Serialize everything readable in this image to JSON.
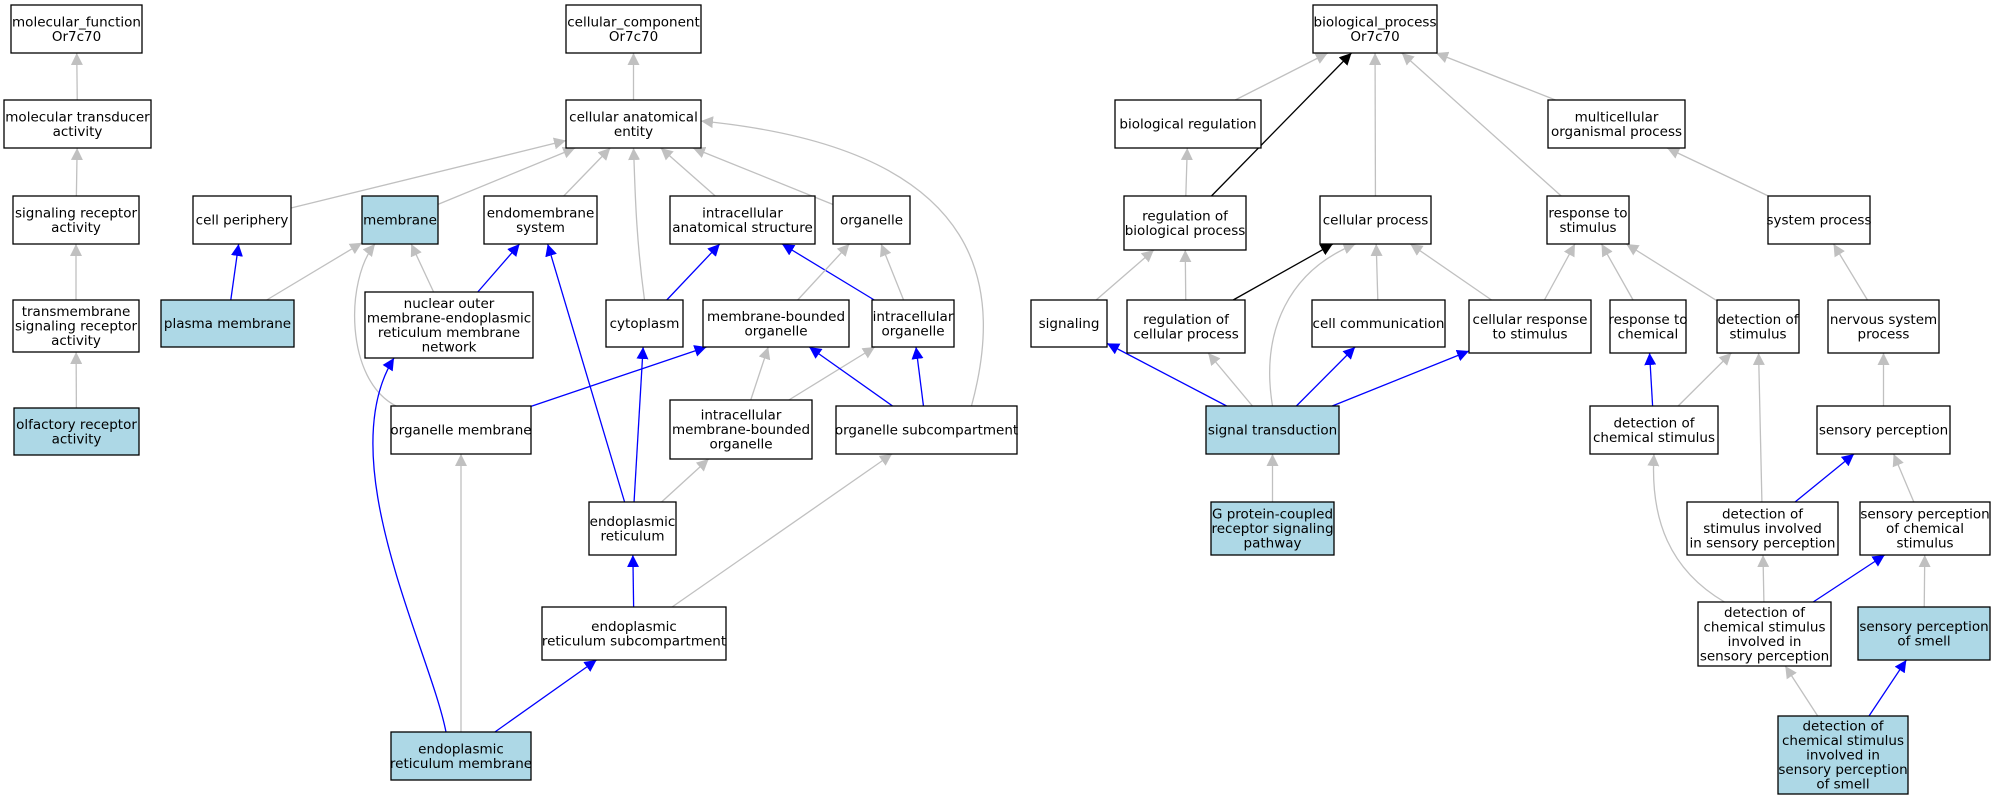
{
  "colors": {
    "highlight_fill": "#add8e6",
    "normal_fill": "#ffffff",
    "gray_edge": "#c0c0c0",
    "blue_edge": "#0000ff",
    "black_edge": "#000000"
  },
  "nodes": {
    "mf_root": {
      "lines": [
        "molecular_function",
        "Or7c70"
      ],
      "highlight": false
    },
    "mol_transducer": {
      "lines": [
        "molecular transducer",
        "activity"
      ],
      "highlight": false
    },
    "sig_receptor": {
      "lines": [
        "signaling receptor",
        "activity"
      ],
      "highlight": false
    },
    "tm_sig_receptor": {
      "lines": [
        "transmembrane",
        "signaling receptor",
        "activity"
      ],
      "highlight": false
    },
    "olfactory_receptor": {
      "lines": [
        "olfactory receptor",
        "activity"
      ],
      "highlight": true
    },
    "cc_root": {
      "lines": [
        "cellular_component",
        "Or7c70"
      ],
      "highlight": false
    },
    "cell_anat_entity": {
      "lines": [
        "cellular anatomical",
        "entity"
      ],
      "highlight": false
    },
    "cell_periphery": {
      "lines": [
        "cell periphery"
      ],
      "highlight": false
    },
    "membrane": {
      "lines": [
        "membrane"
      ],
      "highlight": true
    },
    "endomembrane": {
      "lines": [
        "endomembrane",
        "system"
      ],
      "highlight": false
    },
    "intracell_anat": {
      "lines": [
        "intracellular",
        "anatomical structure"
      ],
      "highlight": false
    },
    "organelle": {
      "lines": [
        "organelle"
      ],
      "highlight": false
    },
    "plasma_membrane": {
      "lines": [
        "plasma membrane"
      ],
      "highlight": true
    },
    "nuclear_outer": {
      "lines": [
        "nuclear outer",
        "membrane-endoplasmic",
        "reticulum membrane",
        "network"
      ],
      "highlight": false
    },
    "cytoplasm": {
      "lines": [
        "cytoplasm"
      ],
      "highlight": false
    },
    "membrane_bounded": {
      "lines": [
        "membrane-bounded",
        "organelle"
      ],
      "highlight": false
    },
    "intracell_organelle": {
      "lines": [
        "intracellular",
        "organelle"
      ],
      "highlight": false
    },
    "organelle_membrane": {
      "lines": [
        "organelle membrane"
      ],
      "highlight": false
    },
    "intracell_mb_organelle": {
      "lines": [
        "intracellular",
        "membrane-bounded",
        "organelle"
      ],
      "highlight": false
    },
    "organelle_subcomp": {
      "lines": [
        "organelle subcompartment"
      ],
      "highlight": false
    },
    "er": {
      "lines": [
        "endoplasmic",
        "reticulum"
      ],
      "highlight": false
    },
    "er_subcomp": {
      "lines": [
        "endoplasmic",
        "reticulum subcompartment"
      ],
      "highlight": false
    },
    "er_membrane": {
      "lines": [
        "endoplasmic",
        "reticulum membrane"
      ],
      "highlight": true
    },
    "bp_root": {
      "lines": [
        "biological_process",
        "Or7c70"
      ],
      "highlight": false
    },
    "bio_regulation": {
      "lines": [
        "biological regulation"
      ],
      "highlight": false
    },
    "multicell_process": {
      "lines": [
        "multicellular",
        "organismal process"
      ],
      "highlight": false
    },
    "reg_bio_process": {
      "lines": [
        "regulation of",
        "biological process"
      ],
      "highlight": false
    },
    "cellular_process": {
      "lines": [
        "cellular process"
      ],
      "highlight": false
    },
    "response_stimulus": {
      "lines": [
        "response to",
        "stimulus"
      ],
      "highlight": false
    },
    "system_process": {
      "lines": [
        "system process"
      ],
      "highlight": false
    },
    "signaling": {
      "lines": [
        "signaling"
      ],
      "highlight": false
    },
    "reg_cell_process": {
      "lines": [
        "regulation of",
        "cellular process"
      ],
      "highlight": false
    },
    "cell_communication": {
      "lines": [
        "cell communication"
      ],
      "highlight": false
    },
    "cell_response_stimulus": {
      "lines": [
        "cellular response",
        "to stimulus"
      ],
      "highlight": false
    },
    "response_chemical": {
      "lines": [
        "response to",
        "chemical"
      ],
      "highlight": false
    },
    "detection_stimulus": {
      "lines": [
        "detection of",
        "stimulus"
      ],
      "highlight": false
    },
    "nervous_system_process": {
      "lines": [
        "nervous system",
        "process"
      ],
      "highlight": false
    },
    "signal_transduction": {
      "lines": [
        "signal transduction"
      ],
      "highlight": true
    },
    "detection_chem_stimulus": {
      "lines": [
        "detection of",
        "chemical stimulus"
      ],
      "highlight": false
    },
    "sensory_perception": {
      "lines": [
        "sensory perception"
      ],
      "highlight": false
    },
    "gpcr_pathway": {
      "lines": [
        "G protein-coupled",
        "receptor signaling",
        "pathway"
      ],
      "highlight": true
    },
    "detection_stim_sensory": {
      "lines": [
        "detection of",
        "stimulus involved",
        "in sensory perception"
      ],
      "highlight": false
    },
    "sensory_perception_chem": {
      "lines": [
        "sensory perception",
        "of chemical",
        "stimulus"
      ],
      "highlight": false
    },
    "detection_chem_sensory": {
      "lines": [
        "detection of",
        "chemical stimulus",
        "involved in",
        "sensory perception"
      ],
      "highlight": false
    },
    "sensory_perception_smell": {
      "lines": [
        "sensory perception",
        "of smell"
      ],
      "highlight": true
    },
    "detection_chem_smell": {
      "lines": [
        "detection of",
        "chemical stimulus",
        "involved in",
        "sensory perception",
        "of smell"
      ],
      "highlight": true
    }
  },
  "edges": [
    {
      "from": "mol_transducer",
      "to": "mf_root",
      "type": "gray"
    },
    {
      "from": "sig_receptor",
      "to": "mol_transducer",
      "type": "gray"
    },
    {
      "from": "tm_sig_receptor",
      "to": "sig_receptor",
      "type": "gray"
    },
    {
      "from": "olfactory_receptor",
      "to": "tm_sig_receptor",
      "type": "gray"
    },
    {
      "from": "cell_anat_entity",
      "to": "cc_root",
      "type": "gray"
    },
    {
      "from": "cell_periphery",
      "to": "cell_anat_entity",
      "type": "gray"
    },
    {
      "from": "membrane",
      "to": "cell_anat_entity",
      "type": "gray"
    },
    {
      "from": "endomembrane",
      "to": "cell_anat_entity",
      "type": "gray"
    },
    {
      "from": "intracell_anat",
      "to": "cell_anat_entity",
      "type": "gray"
    },
    {
      "from": "organelle",
      "to": "cell_anat_entity",
      "type": "gray"
    },
    {
      "from": "cytoplasm",
      "to": "cell_anat_entity",
      "type": "gray"
    },
    {
      "from": "organelle_subcomp",
      "to": "cell_anat_entity",
      "type": "gray"
    },
    {
      "from": "plasma_membrane",
      "to": "cell_periphery",
      "type": "blue"
    },
    {
      "from": "plasma_membrane",
      "to": "membrane",
      "type": "gray"
    },
    {
      "from": "nuclear_outer",
      "to": "membrane",
      "type": "gray"
    },
    {
      "from": "nuclear_outer",
      "to": "endomembrane",
      "type": "blue"
    },
    {
      "from": "organelle_membrane",
      "to": "membrane",
      "type": "gray"
    },
    {
      "from": "cytoplasm",
      "to": "intracell_anat",
      "type": "blue"
    },
    {
      "from": "intracell_organelle",
      "to": "intracell_anat",
      "type": "blue"
    },
    {
      "from": "membrane_bounded",
      "to": "organelle",
      "type": "gray"
    },
    {
      "from": "intracell_organelle",
      "to": "organelle",
      "type": "gray"
    },
    {
      "from": "organelle_membrane",
      "to": "membrane_bounded",
      "type": "blue"
    },
    {
      "from": "intracell_mb_organelle",
      "to": "membrane_bounded",
      "type": "gray"
    },
    {
      "from": "intracell_mb_organelle",
      "to": "intracell_organelle",
      "type": "gray"
    },
    {
      "from": "organelle_subcomp",
      "to": "membrane_bounded",
      "type": "blue"
    },
    {
      "from": "organelle_subcomp",
      "to": "intracell_organelle",
      "type": "blue"
    },
    {
      "from": "er",
      "to": "cytoplasm",
      "type": "blue"
    },
    {
      "from": "er",
      "to": "endomembrane",
      "type": "blue"
    },
    {
      "from": "er",
      "to": "intracell_mb_organelle",
      "type": "gray"
    },
    {
      "from": "er_subcomp",
      "to": "er",
      "type": "blue"
    },
    {
      "from": "er_subcomp",
      "to": "organelle_subcomp",
      "type": "gray"
    },
    {
      "from": "er_membrane",
      "to": "er_subcomp",
      "type": "blue"
    },
    {
      "from": "er_membrane",
      "to": "organelle_membrane",
      "type": "gray"
    },
    {
      "from": "er_membrane",
      "to": "nuclear_outer",
      "type": "blue"
    },
    {
      "from": "bio_regulation",
      "to": "bp_root",
      "type": "gray"
    },
    {
      "from": "multicell_process",
      "to": "bp_root",
      "type": "gray"
    },
    {
      "from": "reg_bio_process",
      "to": "bp_root",
      "type": "black"
    },
    {
      "from": "reg_bio_process",
      "to": "bio_regulation",
      "type": "gray"
    },
    {
      "from": "cellular_process",
      "to": "bp_root",
      "type": "gray"
    },
    {
      "from": "response_stimulus",
      "to": "bp_root",
      "type": "gray"
    },
    {
      "from": "system_process",
      "to": "multicell_process",
      "type": "gray"
    },
    {
      "from": "signaling",
      "to": "reg_bio_process",
      "type": "gray"
    },
    {
      "from": "reg_cell_process",
      "to": "reg_bio_process",
      "type": "gray"
    },
    {
      "from": "reg_cell_process",
      "to": "cellular_process",
      "type": "black"
    },
    {
      "from": "cell_communication",
      "to": "cellular_process",
      "type": "gray"
    },
    {
      "from": "cell_response_stimulus",
      "to": "cellular_process",
      "type": "gray"
    },
    {
      "from": "cell_response_stimulus",
      "to": "response_stimulus",
      "type": "gray"
    },
    {
      "from": "response_chemical",
      "to": "response_stimulus",
      "type": "gray"
    },
    {
      "from": "detection_stimulus",
      "to": "response_stimulus",
      "type": "gray"
    },
    {
      "from": "nervous_system_process",
      "to": "system_process",
      "type": "gray"
    },
    {
      "from": "signal_transduction",
      "to": "signaling",
      "type": "blue"
    },
    {
      "from": "signal_transduction",
      "to": "reg_cell_process",
      "type": "gray"
    },
    {
      "from": "signal_transduction",
      "to": "cellular_process",
      "type": "gray"
    },
    {
      "from": "signal_transduction",
      "to": "cell_communication",
      "type": "blue"
    },
    {
      "from": "signal_transduction",
      "to": "cell_response_stimulus",
      "type": "blue"
    },
    {
      "from": "detection_chem_stimulus",
      "to": "response_chemical",
      "type": "blue"
    },
    {
      "from": "detection_chem_stimulus",
      "to": "detection_stimulus",
      "type": "gray"
    },
    {
      "from": "sensory_perception",
      "to": "nervous_system_process",
      "type": "gray"
    },
    {
      "from": "gpcr_pathway",
      "to": "signal_transduction",
      "type": "gray"
    },
    {
      "from": "detection_stim_sensory",
      "to": "detection_stimulus",
      "type": "gray"
    },
    {
      "from": "detection_stim_sensory",
      "to": "sensory_perception",
      "type": "blue"
    },
    {
      "from": "sensory_perception_chem",
      "to": "sensory_perception",
      "type": "gray"
    },
    {
      "from": "detection_chem_sensory",
      "to": "detection_chem_stimulus",
      "type": "gray"
    },
    {
      "from": "detection_chem_sensory",
      "to": "detection_stim_sensory",
      "type": "gray"
    },
    {
      "from": "detection_chem_sensory",
      "to": "sensory_perception_chem",
      "type": "blue"
    },
    {
      "from": "sensory_perception_smell",
      "to": "sensory_perception_chem",
      "type": "gray"
    },
    {
      "from": "detection_chem_smell",
      "to": "detection_chem_sensory",
      "type": "gray"
    },
    {
      "from": "detection_chem_smell",
      "to": "sensory_perception_smell",
      "type": "blue"
    }
  ]
}
